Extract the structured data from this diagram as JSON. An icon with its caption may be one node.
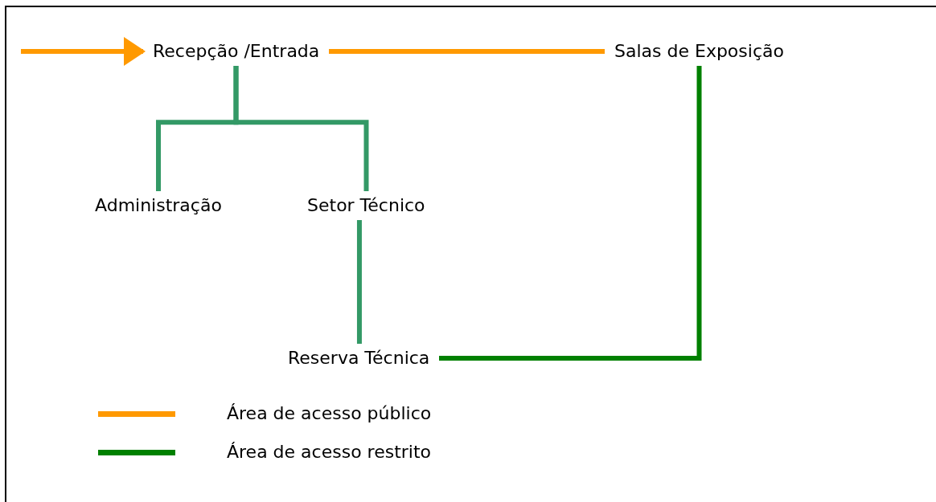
{
  "diagram": {
    "nodes": [
      {
        "text": [
          "Recepção /Entrada"
        ]
      },
      {
        "text": [
          "Salas de Exposição"
        ]
      },
      {
        "text": [
          "Administração"
        ]
      },
      {
        "text": [
          "Setor Técnico"
        ]
      },
      {
        "text": [
          "Reserva Técnica"
        ]
      }
    ],
    "edges": [
      {
        "from": null,
        "to": 0,
        "arrow": "to",
        "color": "#ff9900"
      },
      {
        "from": 0,
        "to": 1,
        "arrow": "none",
        "color": "#ff9900"
      },
      {
        "from": 0,
        "to": 2,
        "arrow": "none",
        "color": "#339966"
      },
      {
        "from": 0,
        "to": 3,
        "arrow": "none",
        "color": "#339966"
      },
      {
        "from": 3,
        "to": 4,
        "arrow": "none",
        "color": "#339966"
      },
      {
        "from": 4,
        "to": 1,
        "arrow": "none",
        "color": "#008000"
      }
    ],
    "legend": [
      {
        "text": "Área de acesso público",
        "color": "#ff9900"
      },
      {
        "text": "Área de acesso restrito",
        "color": "#008000"
      }
    ]
  }
}
